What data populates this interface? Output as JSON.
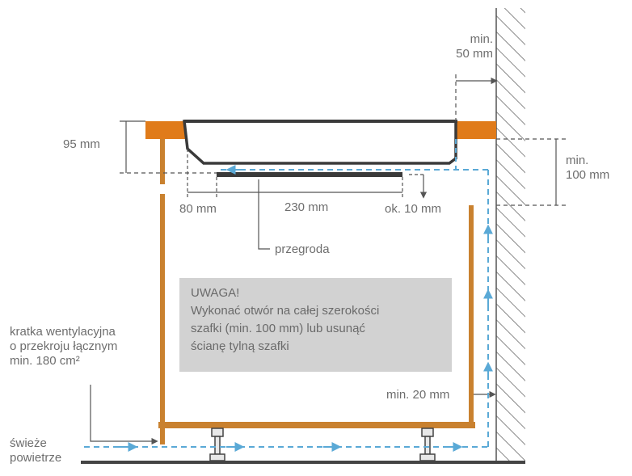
{
  "labels": {
    "min_50": [
      "min.",
      "50 mm"
    ],
    "dim_95": "95 mm",
    "min_100": [
      "min.",
      "100 mm"
    ],
    "dim_80": "80 mm",
    "dim_230": "230 mm",
    "dim_10": "ok. 10 mm",
    "partition": "przegroda",
    "vent_grille": [
      "kratka wentylacyjna",
      "o przekroju łącznym",
      "min. 180 cm²"
    ],
    "min_20": "min. 20 mm",
    "fresh_air": [
      "świeże",
      "powietrze"
    ]
  },
  "notice": {
    "lines": [
      "UWAGA!",
      "Wykonać otwór na całej szerokości",
      "szafki (min. 100 mm) lub usunąć",
      "ścianę tylną szafki"
    ]
  },
  "colors": {
    "worktop": "#e07b1a",
    "cabinet": "#c9812f",
    "airflow": "#5aa9d6",
    "outline": "#3a3a3a",
    "notice_bg": "#d2d2d2",
    "text": "#6e6e6e"
  }
}
